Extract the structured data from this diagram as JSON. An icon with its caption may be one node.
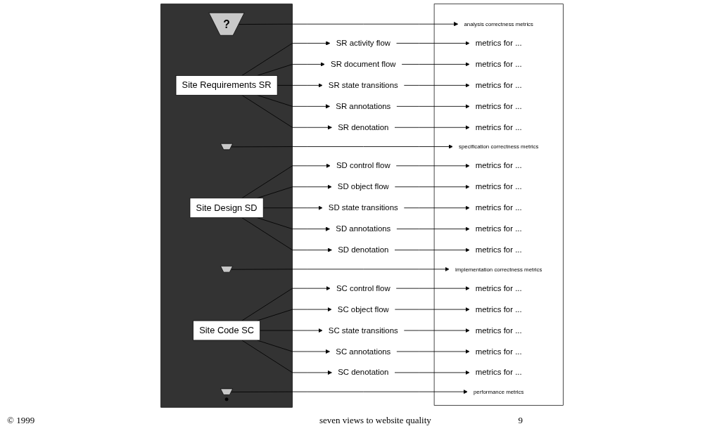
{
  "diagram": {
    "nodes": [
      {
        "text": [],
        "shape": "box"
      },
      {
        "text": [
          "?"
        ],
        "in": 0
      },
      {
        "text": [
          "Site Requirements SR"
        ],
        "in": 0
      },
      {
        "text": [],
        "shape": "arrow",
        "in": 0
      },
      {
        "text": [
          "Site Design SD"
        ],
        "in": 0
      },
      {
        "text": [],
        "shape": "arrow",
        "in": 0
      },
      {
        "text": [
          "Site Code SC"
        ],
        "in": 0
      },
      {
        "text": [],
        "shape": "arrow",
        "in": 0
      },
      {
        "text": [],
        "shape": "circle",
        "in": 0
      },
      {
        "text": [
          "SR activity flow"
        ]
      },
      {
        "text": [
          "SR document flow"
        ]
      },
      {
        "text": [
          "SR state transitions"
        ]
      },
      {
        "text": [
          "SR annotations"
        ]
      },
      {
        "text": [
          "SR denotation"
        ]
      },
      {
        "text": [
          "SD control flow"
        ]
      },
      {
        "text": [
          "SD object flow"
        ]
      },
      {
        "text": [
          "SD state transitions"
        ]
      },
      {
        "text": [
          "SD annotations"
        ]
      },
      {
        "text": [
          "SD denotation"
        ]
      },
      {
        "text": [
          "SC control flow"
        ]
      },
      {
        "text": [
          "SC object flow"
        ]
      },
      {
        "text": [
          "SC state transitions"
        ]
      },
      {
        "text": [
          "SC annotations"
        ]
      },
      {
        "text": [
          "SC denotation"
        ]
      },
      {
        "text": [],
        "shape": "box"
      },
      {
        "text": [
          "analysis correctness metrics"
        ],
        "in": 24
      },
      {
        "text": [
          "metrics for ..."
        ],
        "in": 24
      },
      {
        "text": [
          "metrics for ..."
        ],
        "in": 24
      },
      {
        "text": [
          "metrics for ..."
        ],
        "in": 24
      },
      {
        "text": [
          "metrics for ..."
        ],
        "in": 24
      },
      {
        "text": [
          "metrics for ..."
        ],
        "in": 24
      },
      {
        "text": [
          "specification correctness metrics"
        ],
        "in": 24
      },
      {
        "text": [
          "metrics for ..."
        ],
        "in": 24
      },
      {
        "text": [
          "metrics for ..."
        ],
        "in": 24
      },
      {
        "text": [
          "metrics for ..."
        ],
        "in": 24
      },
      {
        "text": [
          "metrics for ..."
        ],
        "in": 24
      },
      {
        "text": [
          "metrics for ..."
        ],
        "in": 24
      },
      {
        "text": [
          "implementation correctness metrics"
        ],
        "in": 24
      },
      {
        "text": [
          "metrics for ..."
        ],
        "in": 24
      },
      {
        "text": [
          "metrics for ..."
        ],
        "in": 24
      },
      {
        "text": [
          "metrics for ..."
        ],
        "in": 24
      },
      {
        "text": [
          "metrics for ..."
        ],
        "in": 24
      },
      {
        "text": [
          "metrics for ..."
        ],
        "in": 24
      },
      {
        "text": [
          "performance metrics"
        ],
        "in": 24
      }
    ],
    "edges": [
      {
        "from": 1,
        "to": 25,
        "arrow": "to"
      },
      {
        "from": 2,
        "to": 9,
        "arrow": "to"
      },
      {
        "from": 2,
        "to": 10,
        "arrow": "to"
      },
      {
        "from": 2,
        "to": 11,
        "arrow": "to"
      },
      {
        "from": 2,
        "to": 12,
        "arrow": "to"
      },
      {
        "from": 2,
        "to": 13,
        "arrow": "to"
      },
      {
        "from": 9,
        "to": 26,
        "arrow": "to"
      },
      {
        "from": 10,
        "to": 27,
        "arrow": "to"
      },
      {
        "from": 11,
        "to": 28,
        "arrow": "to"
      },
      {
        "from": 12,
        "to": 29,
        "arrow": "to"
      },
      {
        "from": 13,
        "to": 30,
        "arrow": "to"
      },
      {
        "from": 3,
        "to": 31,
        "arrow": "to"
      },
      {
        "from": 4,
        "to": 14,
        "arrow": "to"
      },
      {
        "from": 4,
        "to": 15,
        "arrow": "to"
      },
      {
        "from": 4,
        "to": 16,
        "arrow": "to"
      },
      {
        "from": 4,
        "to": 17,
        "arrow": "to"
      },
      {
        "from": 4,
        "to": 18,
        "arrow": "to"
      },
      {
        "from": 14,
        "to": 32,
        "arrow": "to"
      },
      {
        "from": 15,
        "to": 33,
        "arrow": "to"
      },
      {
        "from": 16,
        "to": 34,
        "arrow": "to"
      },
      {
        "from": 17,
        "to": 35,
        "arrow": "to"
      },
      {
        "from": 18,
        "to": 36,
        "arrow": "to"
      },
      {
        "from": 5,
        "to": 37,
        "arrow": "to"
      },
      {
        "from": 6,
        "to": 19,
        "arrow": "to"
      },
      {
        "from": 6,
        "to": 20,
        "arrow": "to"
      },
      {
        "from": 6,
        "to": 21,
        "arrow": "to"
      },
      {
        "from": 6,
        "to": 22,
        "arrow": "to"
      },
      {
        "from": 6,
        "to": 23,
        "arrow": "to"
      },
      {
        "from": 19,
        "to": 38,
        "arrow": "to"
      },
      {
        "from": 20,
        "to": 39,
        "arrow": "to"
      },
      {
        "from": 21,
        "to": 40,
        "arrow": "to"
      },
      {
        "from": 22,
        "to": 41,
        "arrow": "to"
      },
      {
        "from": 23,
        "to": 42,
        "arrow": "to"
      },
      {
        "from": 7,
        "to": 43,
        "arrow": "to"
      }
    ],
    "labels": [
      "© 1999",
      "seven views to website quality",
      "9"
    ]
  }
}
